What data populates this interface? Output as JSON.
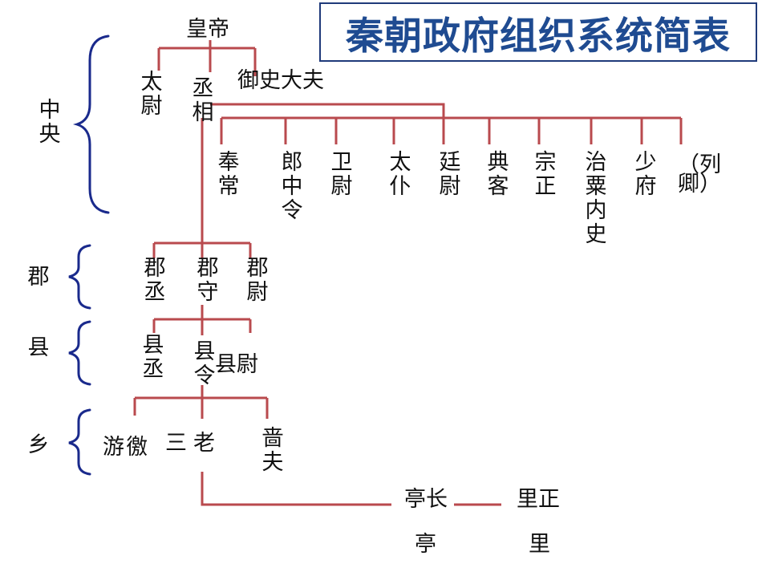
{
  "title": "秦朝政府组织系统简表",
  "levels": {
    "central": "中央",
    "commandery": "郡",
    "county": "县",
    "township": "乡"
  },
  "central": {
    "emperor": "皇帝",
    "taiwei": "太尉",
    "chengxiang": "丞相",
    "yushi": "御史大夫",
    "ministers": {
      "fengchang": "奉常",
      "langzhongling": "郎中令",
      "weiwei": "卫尉",
      "taipu": "太仆",
      "tingwei": "廷尉",
      "dianke": "典客",
      "zongzheng": "宗正",
      "zhisu": "治粟内史",
      "shaofu": "少府",
      "note": "（列卿）"
    }
  },
  "commandery": {
    "cheng": "郡丞",
    "shou": "郡守",
    "wei": "郡尉"
  },
  "county": {
    "cheng": "县丞",
    "ling": "县令",
    "wei": "县尉"
  },
  "township": {
    "youjiao": "游徼",
    "sanlao": "三老",
    "sefu": "啬夫"
  },
  "village": {
    "tingzhang": "亭长",
    "lizheng": "里正",
    "ting": "亭",
    "li": "里"
  },
  "colors": {
    "line": "#b94a4e",
    "brace": "#1a2a8c",
    "title": "#1f4b91"
  }
}
